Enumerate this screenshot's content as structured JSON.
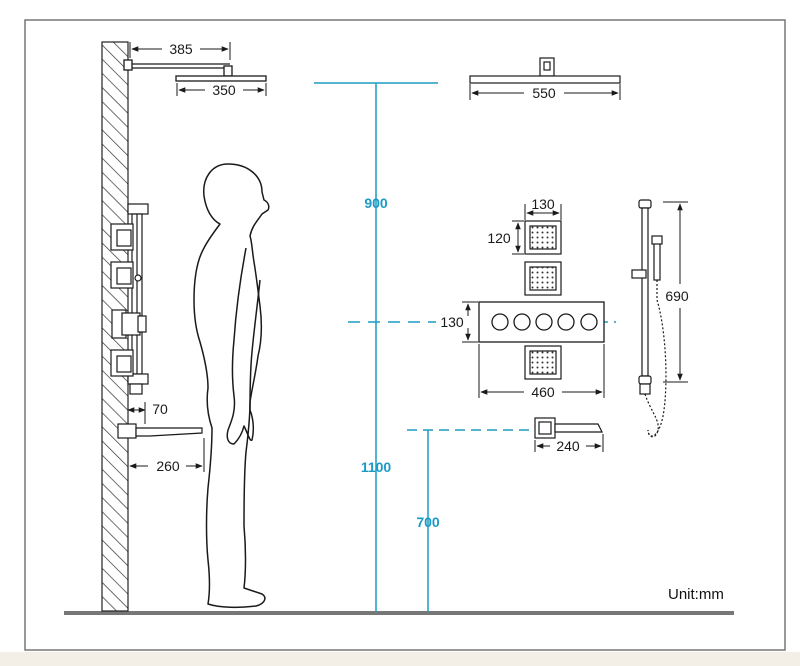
{
  "dimensions": {
    "arm_length": "385",
    "head_width_side": "350",
    "head_width_front": "550",
    "jet_width": "130",
    "jet_height": "120",
    "valve_height": "130",
    "valve_width": "460",
    "spout_width": "240",
    "rail_height": "690",
    "spout_projection": "70",
    "tub_length": "260",
    "head_height": "900",
    "valve_center_height": "1100",
    "spout_height": "700"
  },
  "unit_label": "Unit:mm",
  "colors": {
    "line": "#1a1a1a",
    "accent": "#1b9bc4",
    "border": "#777777",
    "floor": "#777777"
  }
}
